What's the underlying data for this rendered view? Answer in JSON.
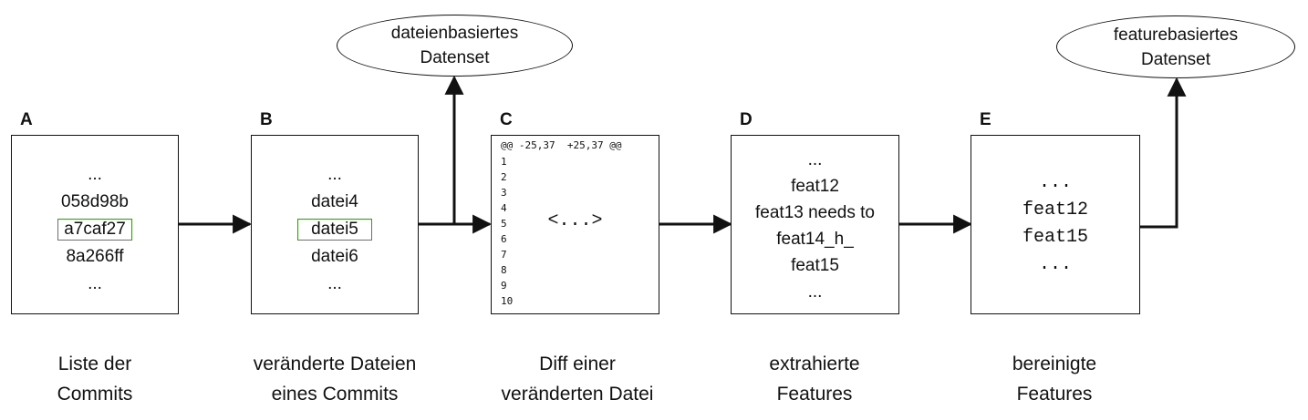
{
  "stages": {
    "a": {
      "letter": "A",
      "items": [
        "...",
        "058d98b",
        "a7caf27",
        "8a266ff",
        "..."
      ],
      "caption": [
        "Liste der",
        "Commits"
      ]
    },
    "b": {
      "letter": "B",
      "items": [
        "...",
        "datei4",
        "datei5",
        "datei6",
        "..."
      ],
      "caption": [
        "veränderte Dateien",
        "eines Commits"
      ]
    },
    "c": {
      "letter": "C",
      "diff_header": "@@ -25,37  +25,37 @@",
      "line_numbers": [
        "1",
        "2",
        "3",
        "4",
        "5",
        "6",
        "7",
        "8",
        "9",
        "10"
      ],
      "body": "<...>",
      "caption": [
        "Diff einer",
        "veränderten Datei"
      ]
    },
    "d": {
      "letter": "D",
      "items": [
        "...",
        "feat12",
        "feat13 needs to",
        "feat14_h_",
        "feat15",
        "..."
      ],
      "caption": [
        "extrahierte",
        "Features"
      ]
    },
    "e": {
      "letter": "E",
      "items": [
        "...",
        "feat12",
        "feat15",
        "..."
      ],
      "caption": [
        "bereinigte",
        "Features"
      ]
    }
  },
  "outputs": {
    "file_dataset": [
      "dateienbasiertes",
      "Datenset"
    ],
    "feature_dataset": [
      "featurebasiertes",
      "Datenset"
    ]
  },
  "colors": {
    "line": "#111111",
    "highlight_border": "#4a8a3c"
  }
}
